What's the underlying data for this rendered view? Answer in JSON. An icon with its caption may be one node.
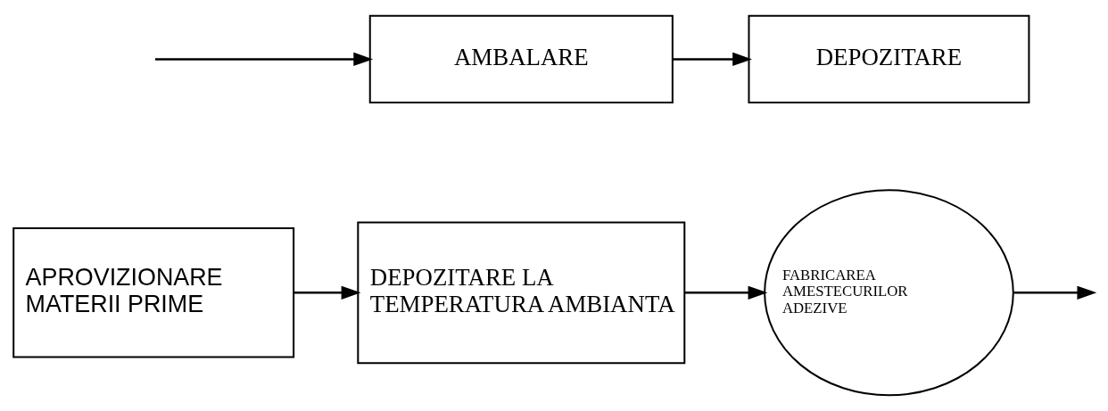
{
  "diagram": {
    "nodes": [
      {
        "text": [
          "APROVIZIONARE MATERII PRIME"
        ]
      },
      {
        "text": [
          "DEPOZITARE LA TEMPERATURA AMBIANTA"
        ]
      },
      {
        "text": [
          "FABRICAREA AMESTECURILOR ADEZIVE"
        ]
      },
      {
        "text": [
          "AMBALARE"
        ]
      },
      {
        "text": [
          "DEPOZITARE"
        ]
      }
    ],
    "edges": [
      {
        "from": 0,
        "to": 1,
        "arrow": "to"
      },
      {
        "from": 1,
        "to": 2,
        "arrow": "to"
      },
      {
        "from": 2,
        "to": null,
        "arrow": "to"
      },
      {
        "from": null,
        "to": 3,
        "arrow": "to"
      },
      {
        "from": 3,
        "to": 4,
        "arrow": "to"
      }
    ]
  }
}
